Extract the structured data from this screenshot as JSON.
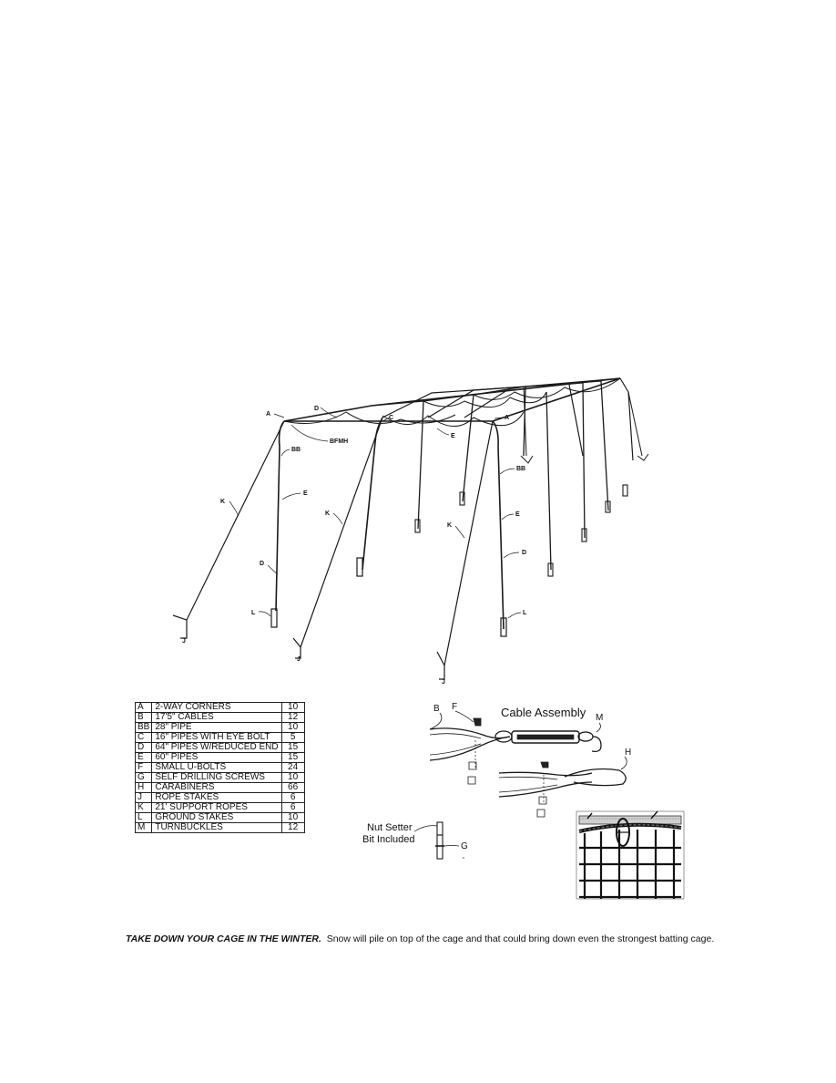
{
  "frame_labels": {
    "a1": "A",
    "d1": "D",
    "c1": "C",
    "e1": "E",
    "a2": "A",
    "bfmh": "BFMH",
    "bb1": "BB",
    "bb2": "BB",
    "k1": "K",
    "e2": "E",
    "k2": "K",
    "d2": "D",
    "k3": "K",
    "e3": "E",
    "d3": "D",
    "l1": "L",
    "l2": "L",
    "j1": "J",
    "j2": "J",
    "j3": "J"
  },
  "parts": [
    {
      "code": "A",
      "description": "2-WAY CORNERS",
      "qty": "10"
    },
    {
      "code": "B",
      "description": "17'5\" CABLES",
      "qty": "12"
    },
    {
      "code": "BB",
      "description": "28\" PIPE",
      "qty": "10"
    },
    {
      "code": "C",
      "description": "16\" PIPES WITH EYE BOLT",
      "qty": "5"
    },
    {
      "code": "D",
      "description": "64\" PIPES W/REDUCED END",
      "qty": "15"
    },
    {
      "code": "E",
      "description": "60\" PIPES",
      "qty": "15"
    },
    {
      "code": "F",
      "description": "SMALL U-BOLTS",
      "qty": "24"
    },
    {
      "code": "G",
      "description": "SELF DRILLING SCREWS",
      "qty": "10"
    },
    {
      "code": "H",
      "description": "CARABINERS",
      "qty": "66"
    },
    {
      "code": "J",
      "description": "ROPE STAKES",
      "qty": "6"
    },
    {
      "code": "K",
      "description": "21' SUPPORT ROPES",
      "qty": "6"
    },
    {
      "code": "L",
      "description": "GROUND STAKES",
      "qty": "10"
    },
    {
      "code": "M",
      "description": "TURNBUCKLES",
      "qty": "12"
    }
  ],
  "cable_assembly": {
    "title": "Cable Assembly",
    "label_b": "B",
    "label_f": "F",
    "label_m": "M",
    "label_h": "H"
  },
  "nut_setter": {
    "line1": "Nut Setter",
    "line2": "Bit Included",
    "label_g": "G"
  },
  "warning": {
    "bold": "TAKE DOWN YOUR CAGE IN THE WINTER.",
    "rest": "  Snow will pile on top of the cage and that could bring down even the strongest batting cage."
  }
}
